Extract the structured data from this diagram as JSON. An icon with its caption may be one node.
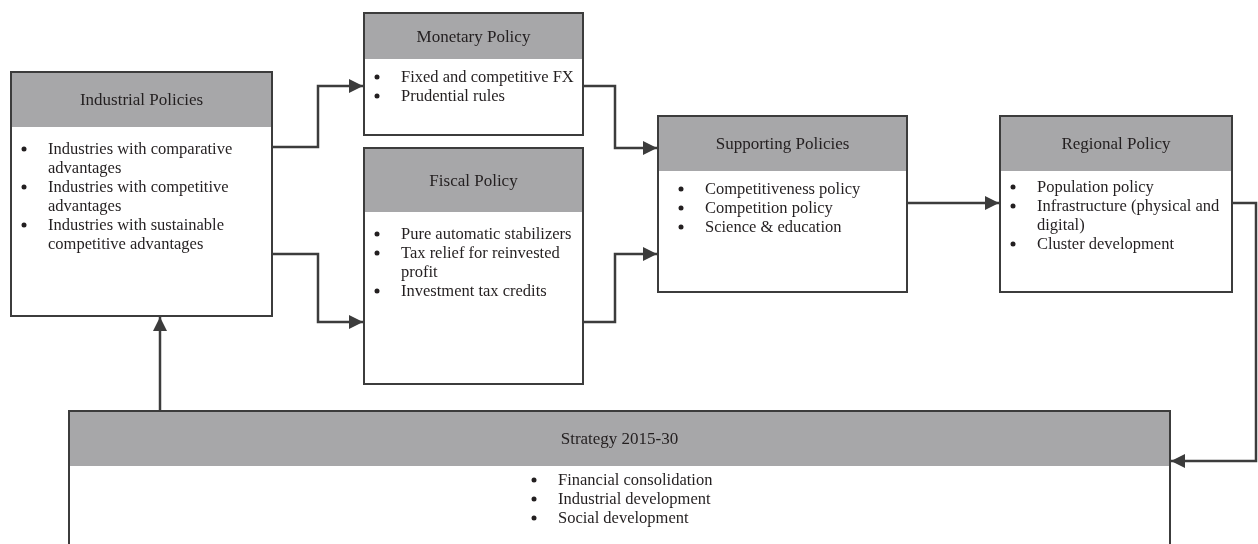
{
  "diagram": {
    "nodes": [
      {
        "text": [
          "Industrial Policies",
          "Industries with comparative advantages",
          "Industries with competitive advantages",
          "Industries with sustainable competitive advantages"
        ]
      },
      {
        "text": [
          "Monetary Policy",
          "Fixed and competitive FX",
          "Prudential rules"
        ]
      },
      {
        "text": [
          "Fiscal Policy",
          "Pure automatic stabilizers",
          "Tax relief for reinvested profit",
          "Investment tax credits"
        ]
      },
      {
        "text": [
          "Supporting Policies",
          "Competitiveness policy",
          "Competition policy",
          "Science & education"
        ]
      },
      {
        "text": [
          "Regional Policy",
          "Population policy",
          "Infrastructure (physical and digital)",
          "Cluster development"
        ]
      },
      {
        "text": [
          "Strategy 2015-30",
          "Financial consolidation",
          "Industrial development",
          "Social development"
        ]
      }
    ],
    "edges": [
      {
        "from": 0,
        "to": 1,
        "arrow": "to"
      },
      {
        "from": 0,
        "to": 2,
        "arrow": "to"
      },
      {
        "from": 1,
        "to": 3,
        "arrow": "to"
      },
      {
        "from": 2,
        "to": 3,
        "arrow": "to"
      },
      {
        "from": 3,
        "to": 4,
        "arrow": "to"
      },
      {
        "from": 4,
        "to": 5,
        "arrow": "to"
      },
      {
        "from": 5,
        "to": 0,
        "arrow": "to"
      }
    ]
  }
}
